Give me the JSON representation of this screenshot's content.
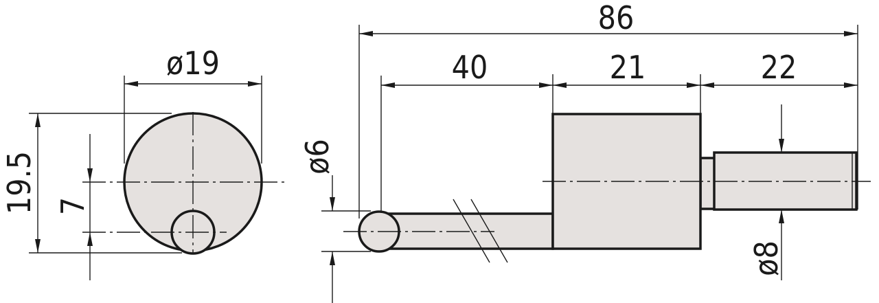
{
  "drawing": {
    "colors": {
      "part_fill": "#e5e1df",
      "line": "#1a1a1a",
      "background": "#ffffff"
    },
    "end_view": {
      "dim_diameter_19": "ø19",
      "dim_height_19_5": "19.5",
      "dim_offset_7": "7"
    },
    "side_view": {
      "dim_total_86": "86",
      "dim_length_40": "40",
      "dim_length_21": "21",
      "dim_length_22": "22",
      "dim_ball_diameter_6": "ø6",
      "dim_shaft_diameter_8": "ø8"
    }
  }
}
